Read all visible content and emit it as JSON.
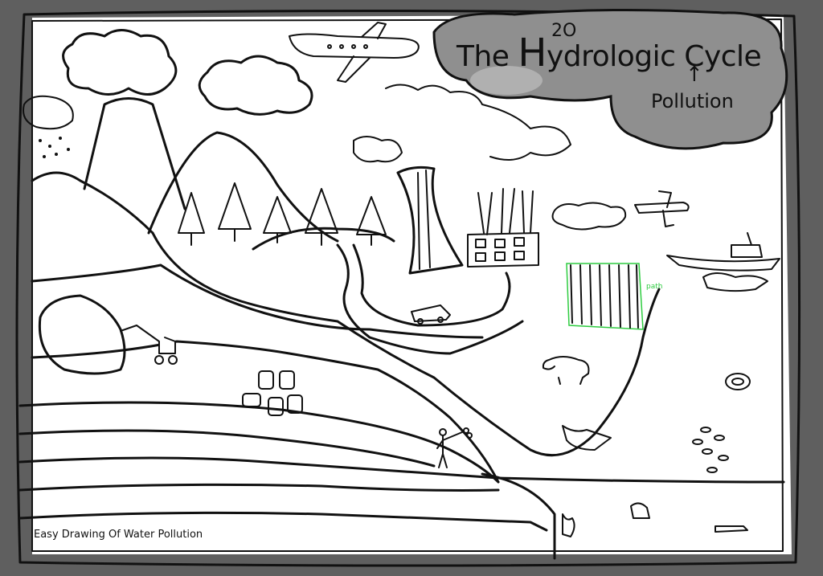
{
  "title": {
    "prefix": "The ",
    "big_letter": "H",
    "rest": "ydrologic Cycle",
    "superscript": "2O"
  },
  "subtitle": {
    "arrow": "↑",
    "text": "Pollution"
  },
  "caption": "Easy Drawing Of Water Pollution",
  "annotation": "path",
  "colors": {
    "frame": "#5f5f5f",
    "paper": "#ffffff",
    "ink": "#111111",
    "cloud_fill": "#8f8f8f",
    "highlight": "#2ecc40"
  }
}
